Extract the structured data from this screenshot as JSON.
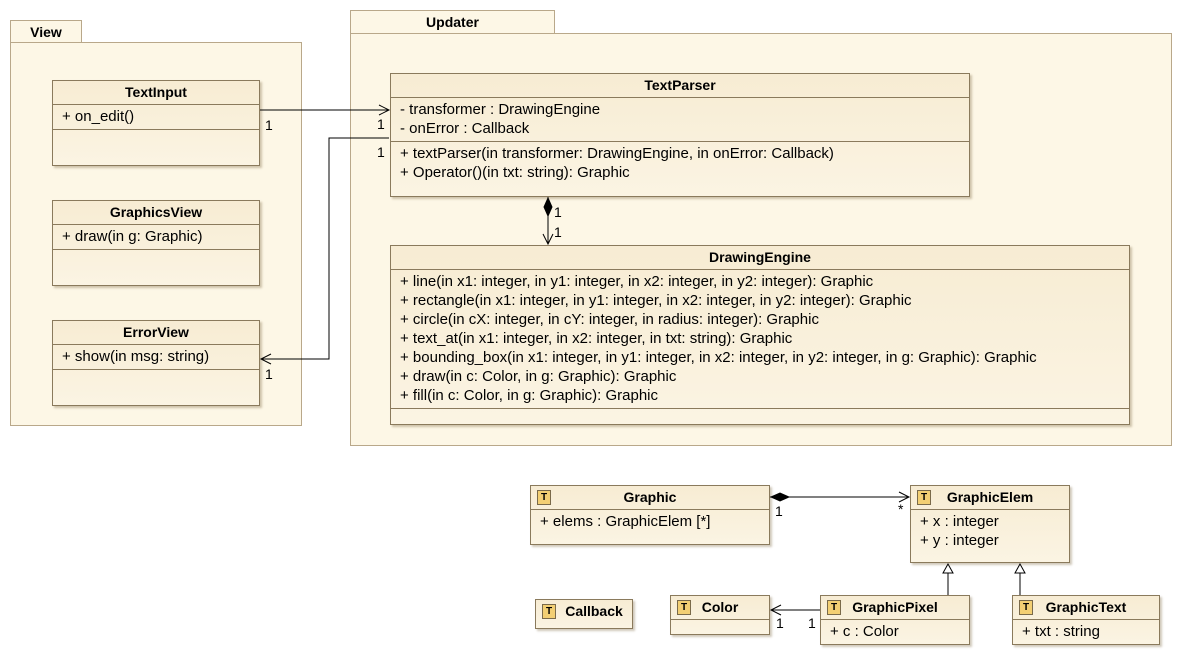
{
  "packages": {
    "view": {
      "name": "View"
    },
    "updater": {
      "name": "Updater"
    }
  },
  "classes": {
    "text_input": {
      "name": "TextInput",
      "operations": [
        "+ on_edit()"
      ]
    },
    "graphics_view": {
      "name": "GraphicsView",
      "operations": [
        "+ draw(in g: Graphic)"
      ]
    },
    "error_view": {
      "name": "ErrorView",
      "operations": [
        "+ show(in msg: string)"
      ]
    },
    "text_parser": {
      "name": "TextParser",
      "attributes": [
        "- transformer : DrawingEngine",
        "- onError : Callback"
      ],
      "operations": [
        "+ textParser(in transformer: DrawingEngine, in onError: Callback)",
        "+ Operator()(in txt: string): Graphic"
      ]
    },
    "drawing_engine": {
      "name": "DrawingEngine",
      "operations": [
        "+ line(in x1: integer, in y1: integer, in x2: integer, in y2: integer): Graphic",
        "+ rectangle(in x1: integer, in y1: integer, in x2: integer, in y2: integer): Graphic",
        "+ circle(in cX: integer, in cY: integer, in radius: integer): Graphic",
        "+ text_at(in x1: integer, in x2: integer, in txt: string): Graphic",
        "+ bounding_box(in x1: integer, in y1: integer, in x2: integer, in y2: integer, in g: Graphic): Graphic",
        "+ draw(in c: Color, in g: Graphic): Graphic",
        "+ fill(in c: Color, in g: Graphic): Graphic"
      ]
    },
    "graphic": {
      "name": "Graphic",
      "type_badge": "T",
      "attributes": [
        "+ elems : GraphicElem [*]"
      ]
    },
    "graphic_elem": {
      "name": "GraphicElem",
      "type_badge": "T",
      "attributes": [
        "+ x : integer",
        "+ y : integer"
      ]
    },
    "callback": {
      "name": "Callback",
      "type_badge": "T"
    },
    "color": {
      "name": "Color",
      "type_badge": "T"
    },
    "graphic_pixel": {
      "name": "GraphicPixel",
      "type_badge": "T",
      "attributes": [
        "+ c : Color"
      ]
    },
    "graphic_text": {
      "name": "GraphicText",
      "type_badge": "T",
      "attributes": [
        "+ txt : string"
      ]
    }
  },
  "multiplicities": {
    "textinput_source": "1",
    "textparser_from_input": "1",
    "textparser_to_error": "1",
    "errorview_target": "1",
    "parser_composition": "1",
    "engine_target": "1",
    "graphic_composition": "1",
    "graphicelem_target": "*",
    "color_target": "1",
    "pixel_source": "1"
  }
}
